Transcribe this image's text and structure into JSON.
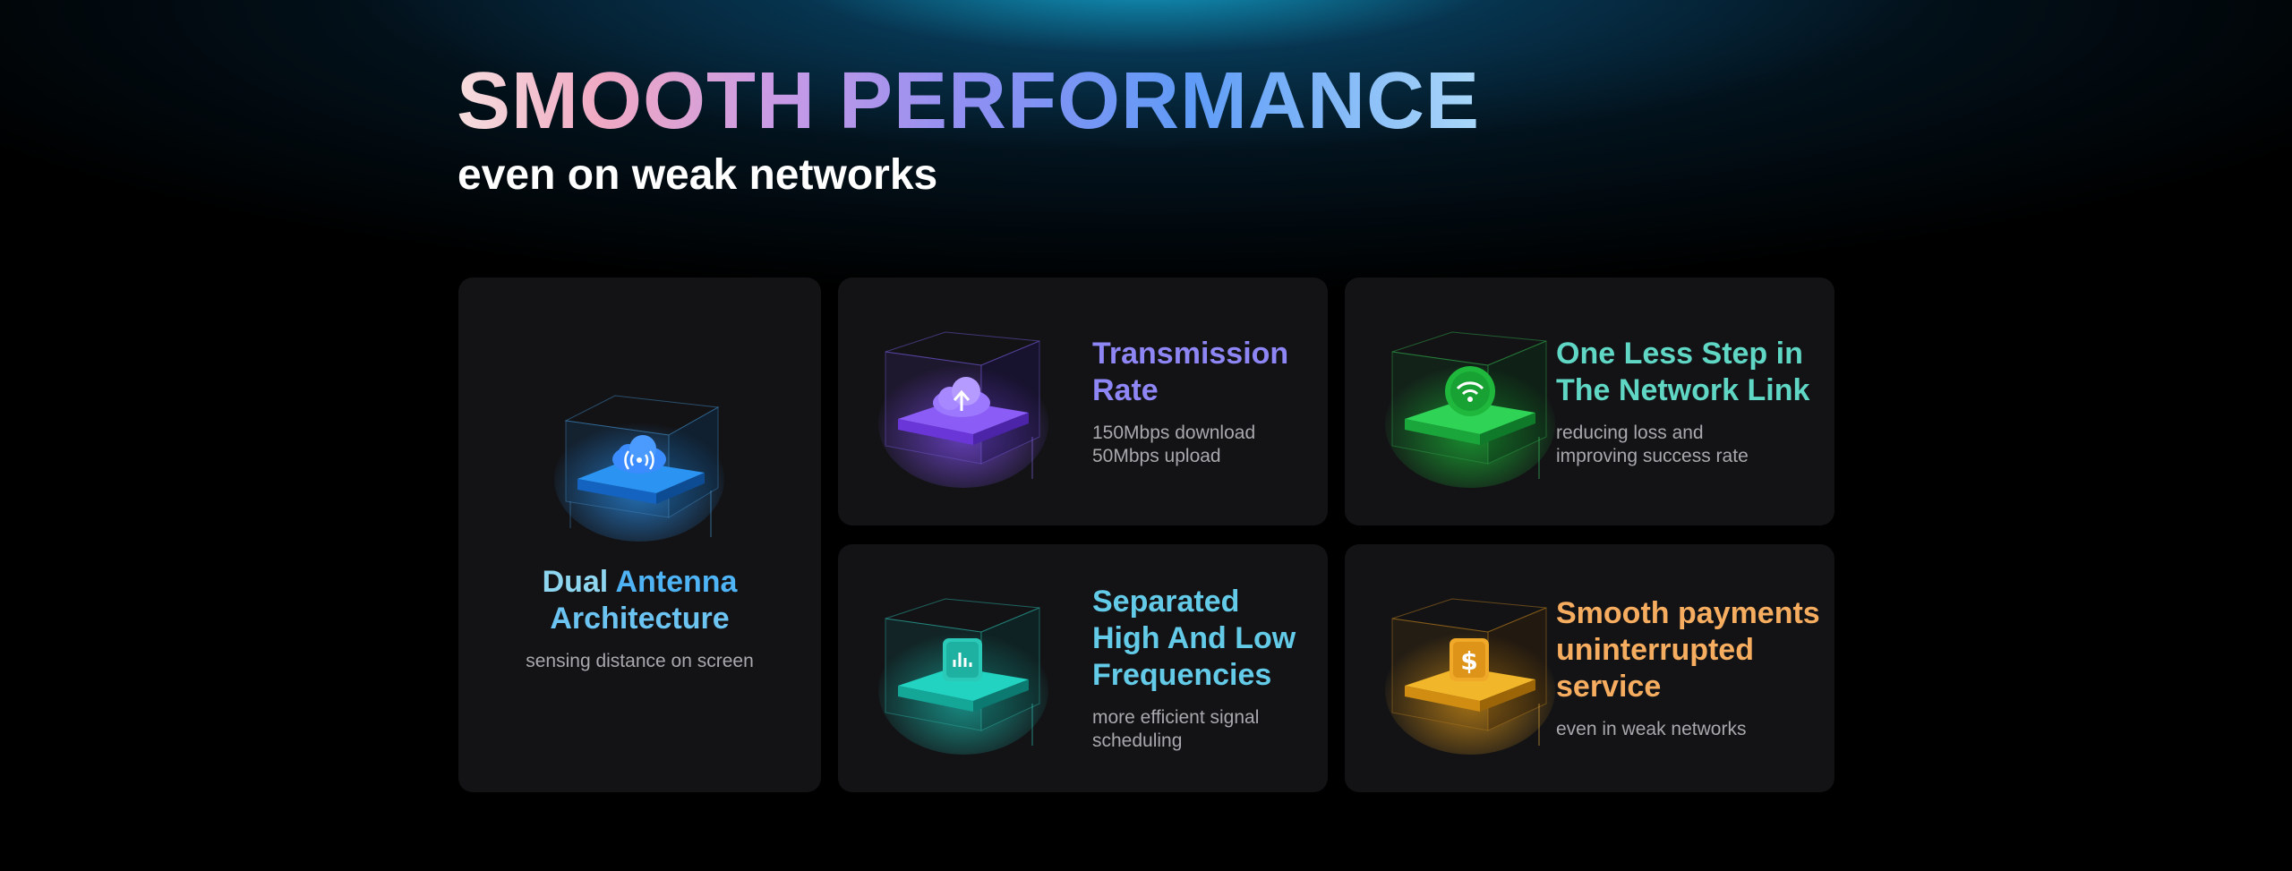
{
  "header": {
    "title": "SMOOTH PERFORMANCE",
    "subtitle": "even on weak networks"
  },
  "features": [
    {
      "title_part1": "Dual",
      "title_part2": "Antenna",
      "title_part3": "Architecture",
      "desc": "sensing distance on screen",
      "icon": "wireless-cloud-icon",
      "color": "#4fb4f5"
    },
    {
      "title_line1": "Transmission",
      "title_line2": "Rate",
      "desc_line1": "150Mbps download",
      "desc_line2": "50Mbps upload",
      "icon": "cloud-upload-icon",
      "color": "#8e86f4"
    },
    {
      "title_line1": "One Less Step in",
      "title_line2": "The Network Link",
      "desc_line1": "reducing loss and",
      "desc_line2": "improving success rate",
      "icon": "wifi-icon",
      "color": "#5fd7c4"
    },
    {
      "title_line1": "Separated",
      "title_line2": "High And Low",
      "title_line3": "Frequencies",
      "desc_line1": "more efficient signal",
      "desc_line2": "scheduling",
      "icon": "frequency-bars-icon",
      "color": "#63cbe8"
    },
    {
      "title_line1": "Smooth payments",
      "title_line2": "uninterrupted",
      "title_line3": "service",
      "desc_line1": "even in weak networks",
      "icon": "dollar-icon",
      "color": "#f6ad5f"
    }
  ]
}
